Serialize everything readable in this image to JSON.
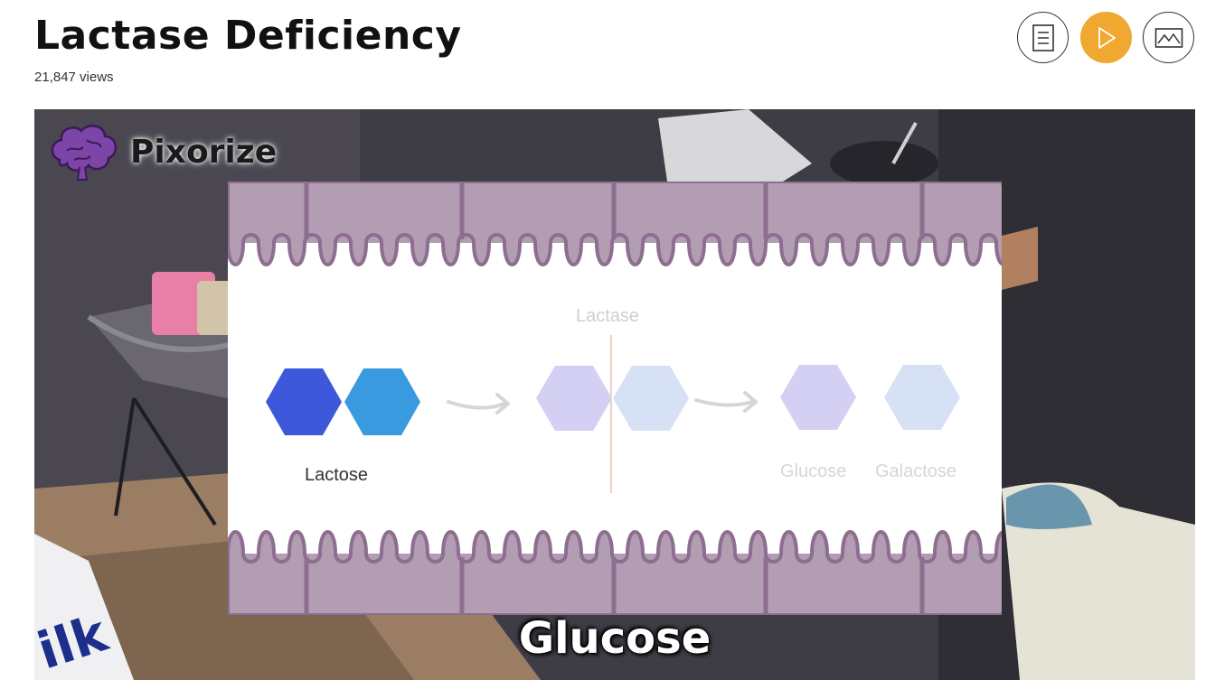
{
  "page": {
    "title": "Lactase Deficiency",
    "views": "21,847 views"
  },
  "controls": [
    {
      "name": "notes-button",
      "icon": "notes-icon",
      "active": false
    },
    {
      "name": "play-button",
      "icon": "play-icon",
      "active": true
    },
    {
      "name": "image-button",
      "icon": "image-icon",
      "active": false
    }
  ],
  "colors": {
    "accent": "#f0a830",
    "membrane": "#b39db3",
    "lactose_left": "#3e58dc",
    "lactose_right": "#3a9ae0"
  },
  "video": {
    "logo": "Pixorize",
    "slide": {
      "enzyme_label": "Lactase",
      "substrate_label": "Lactose",
      "product1_label": "Glucose",
      "product2_label": "Galactose"
    },
    "caption": "Glucose",
    "carton_text": "ilk"
  }
}
